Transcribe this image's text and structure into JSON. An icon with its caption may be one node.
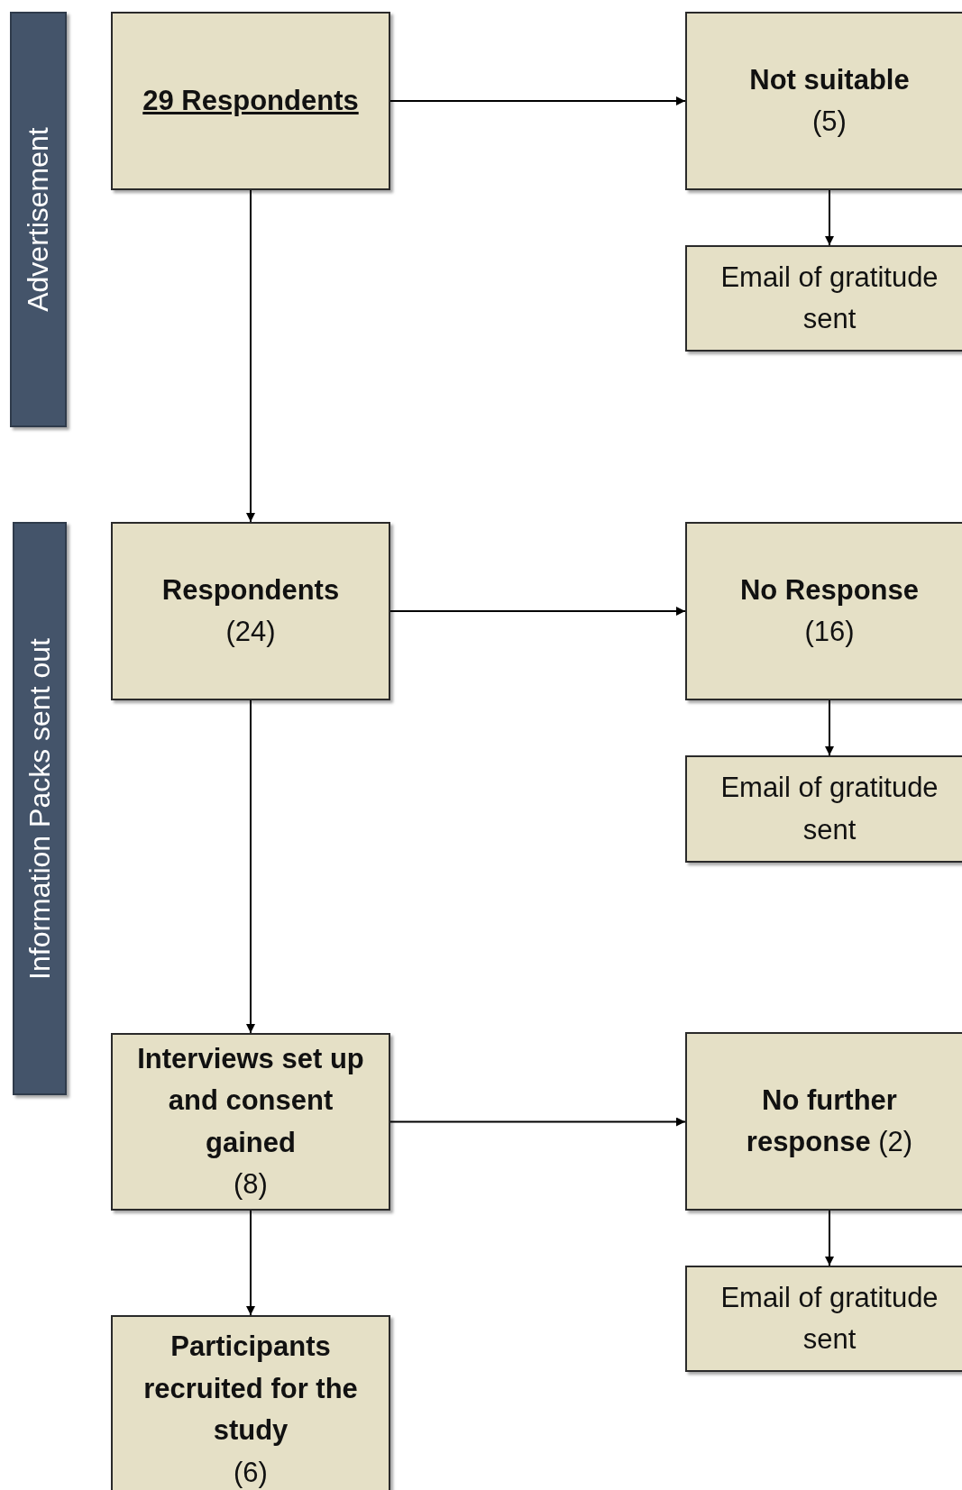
{
  "diagram": {
    "nodes": [
      {
        "text": [
          "Advertisement"
        ]
      },
      {
        "text": [
          "29 Respondents"
        ]
      },
      {
        "text": [
          "Not suitable",
          "(5)"
        ]
      },
      {
        "text": [
          "Email of gratitude sent"
        ]
      },
      {
        "text": [
          "Information Packs sent out"
        ]
      },
      {
        "text": [
          "Respondents",
          "(24)"
        ]
      },
      {
        "text": [
          "No Response",
          "(16)"
        ]
      },
      {
        "text": [
          "Email of gratitude sent"
        ]
      },
      {
        "text": [
          "Interviews set up and consent gained",
          "(8)"
        ]
      },
      {
        "text": [
          "**No further response** (2)"
        ]
      },
      {
        "text": [
          "Email of gratitude sent"
        ]
      },
      {
        "text": [
          "Participants recruited for the study",
          "(6)"
        ]
      }
    ],
    "edges": [
      {
        "from": 1,
        "to": 2,
        "arrow": "to"
      },
      {
        "from": 2,
        "to": 3,
        "arrow": "to"
      },
      {
        "from": 1,
        "to": 5,
        "arrow": "to"
      },
      {
        "from": 5,
        "to": 6,
        "arrow": "to"
      },
      {
        "from": 6,
        "to": 7,
        "arrow": "to"
      },
      {
        "from": 5,
        "to": 8,
        "arrow": "to"
      },
      {
        "from": 8,
        "to": 9,
        "arrow": "to"
      },
      {
        "from": 9,
        "to": 10,
        "arrow": "to"
      },
      {
        "from": 8,
        "to": 11,
        "arrow": "to"
      }
    ]
  }
}
